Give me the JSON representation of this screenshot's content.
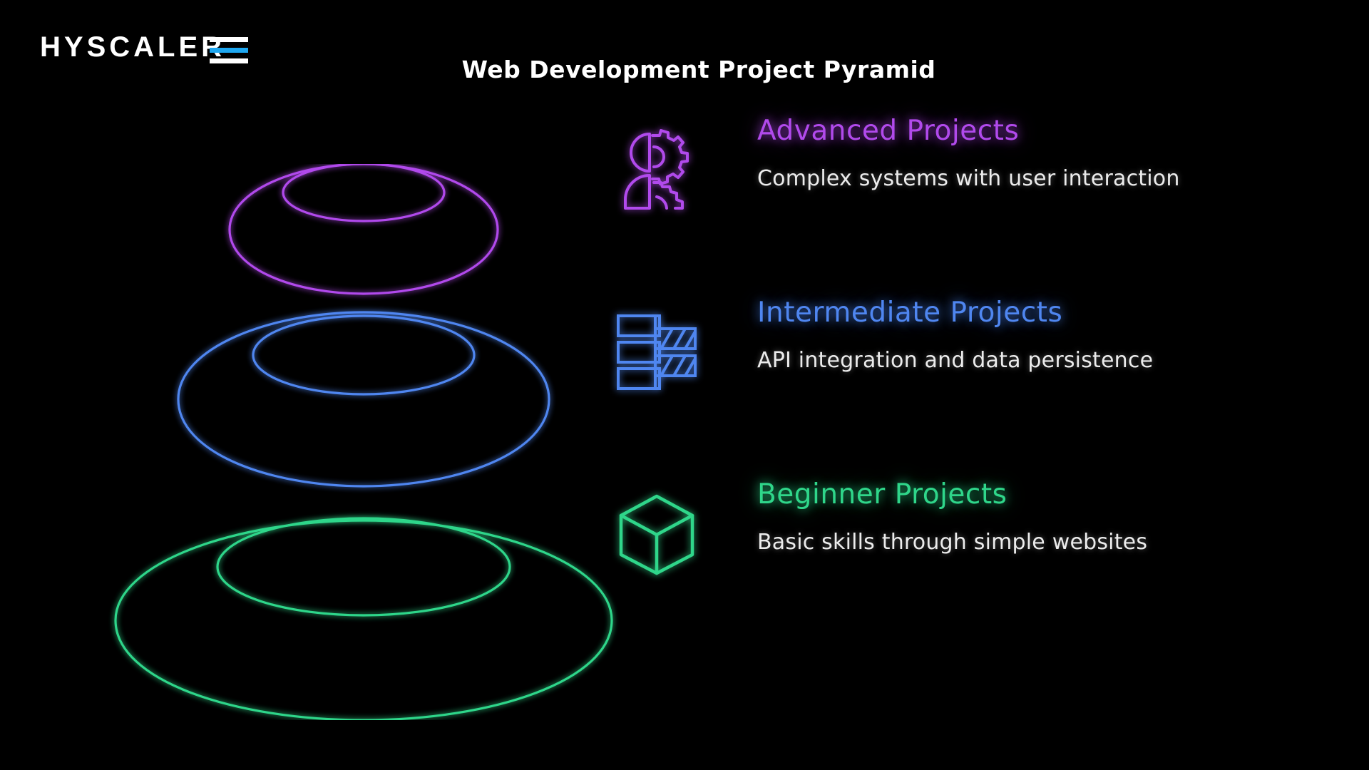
{
  "brand": {
    "name": "HYSCALER",
    "accent_color": "#1ea7f0",
    "text_color": "#ffffff"
  },
  "header": {
    "title": "Web Development Project Pyramid",
    "title_color": "#ffffff"
  },
  "background_color": "#000000",
  "pyramid": {
    "description": "Three stacked wireframe torus rings forming a pyramid",
    "layers": [
      {
        "name": "Advanced Projects",
        "position": "top",
        "color": "#b14aec",
        "relative_size": "small"
      },
      {
        "name": "Intermediate Projects",
        "position": "middle",
        "color": "#4f86f0",
        "relative_size": "medium"
      },
      {
        "name": "Beginner Projects",
        "position": "bottom",
        "color": "#2fd68a",
        "relative_size": "large"
      }
    ]
  },
  "levels": [
    {
      "id": "advanced",
      "icon": "person-with-gear-icon",
      "title": "Advanced Projects",
      "description": "Complex systems with user interaction",
      "color": "#b14aec"
    },
    {
      "id": "intermediate",
      "icon": "server-stack-icon",
      "title": "Intermediate Projects",
      "description": "API integration and data persistence",
      "color": "#4f86f0"
    },
    {
      "id": "beginner",
      "icon": "cube-icon",
      "title": "Beginner Projects",
      "description": "Basic skills through simple websites",
      "color": "#2fd68a"
    }
  ]
}
